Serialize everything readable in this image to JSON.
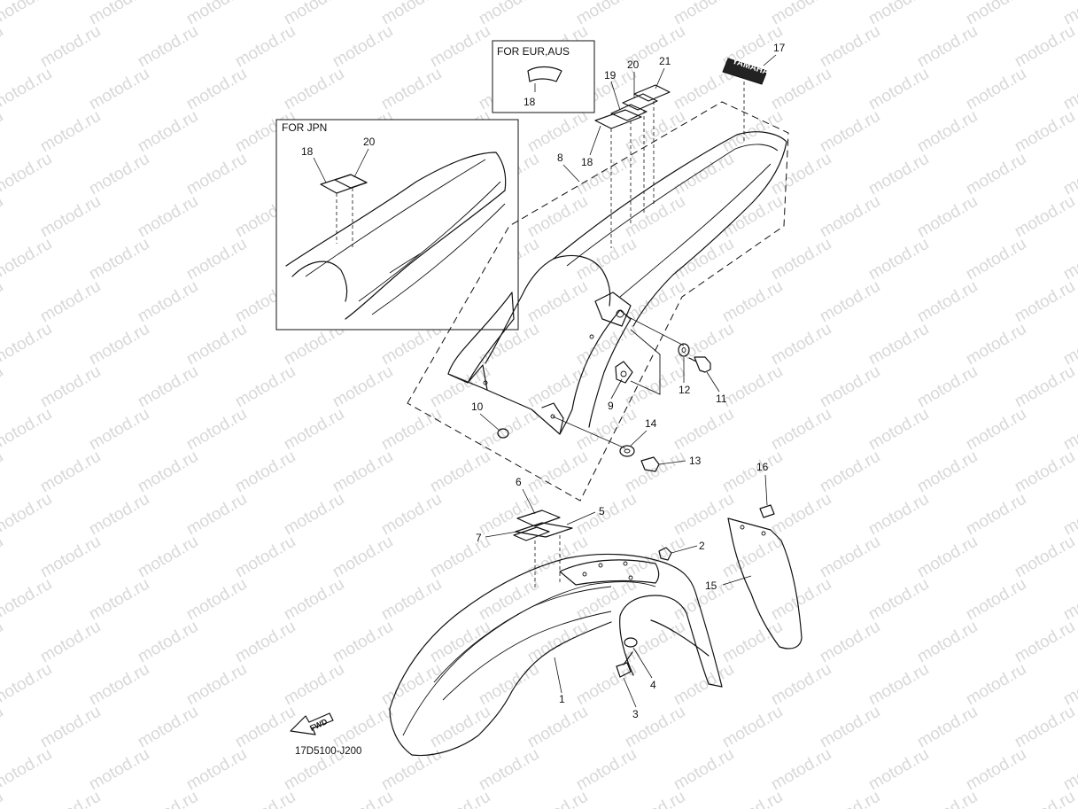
{
  "watermark": {
    "text": "motod.ru"
  },
  "diagram_code": "17D5100-J200",
  "fwd_label": "FWD",
  "brand_decal_text": "YAMAHA",
  "insets": {
    "jpn": {
      "title": "FOR JPN",
      "callouts": [
        "18",
        "20"
      ]
    },
    "eur_aus": {
      "title": "FOR EUR,AUS",
      "callouts": [
        "18"
      ]
    }
  },
  "callouts": [
    "1",
    "2",
    "3",
    "4",
    "5",
    "6",
    "7",
    "8",
    "9",
    "10",
    "11",
    "12",
    "13",
    "14",
    "15",
    "16",
    "17",
    "18",
    "19",
    "20",
    "21"
  ]
}
